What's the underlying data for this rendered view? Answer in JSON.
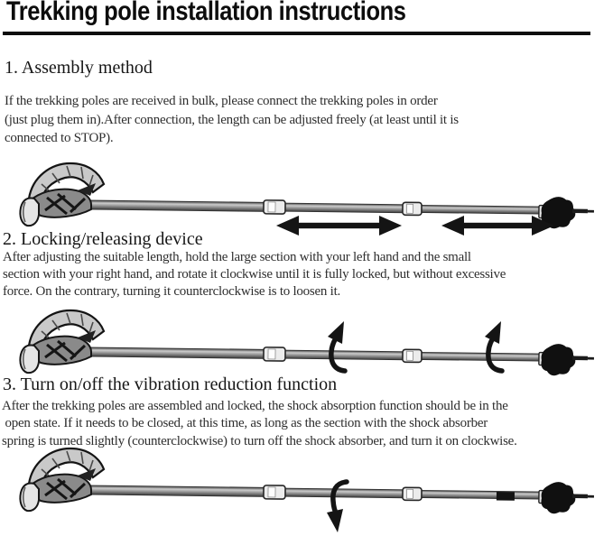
{
  "document": {
    "title": "Trekking pole installation instructions",
    "sections": [
      {
        "heading": "1. Assembly method",
        "body": "If the trekking poles are received in bulk, please connect the trekking poles in order\n(just plug them in).After connection, the length can be adjusted freely (at least until it is\nconnected to STOP)."
      },
      {
        "heading": "2. Locking/releasing device",
        "body": "After adjusting the suitable length, hold the large section with your left hand and the small\nsection with your right hand, and rotate it clockwise until it is fully locked, but without excessive\nforce. On the contrary, turning it counterclockwise is to loosen it."
      },
      {
        "heading": "3. Turn on/off the vibration reduction function",
        "body": "After the trekking poles are assembled and locked, the shock absorption function should be in the\n open state. If it needs to be closed, at this time, as long as the section with the shock absorber\nspring is turned slightly (counterclockwise) to turn off the shock absorber, and turn it on clockwise."
      }
    ],
    "colors": {
      "background": "#ffffff",
      "title_text": "#0d0d0d",
      "title_rule": "#0d0d0d",
      "heading_text": "#161616",
      "body_text": "#2e2e2e",
      "pole_shaft_gray": "#909090",
      "pole_collar_light": "#ececec",
      "arrow_black": "#141414"
    }
  }
}
